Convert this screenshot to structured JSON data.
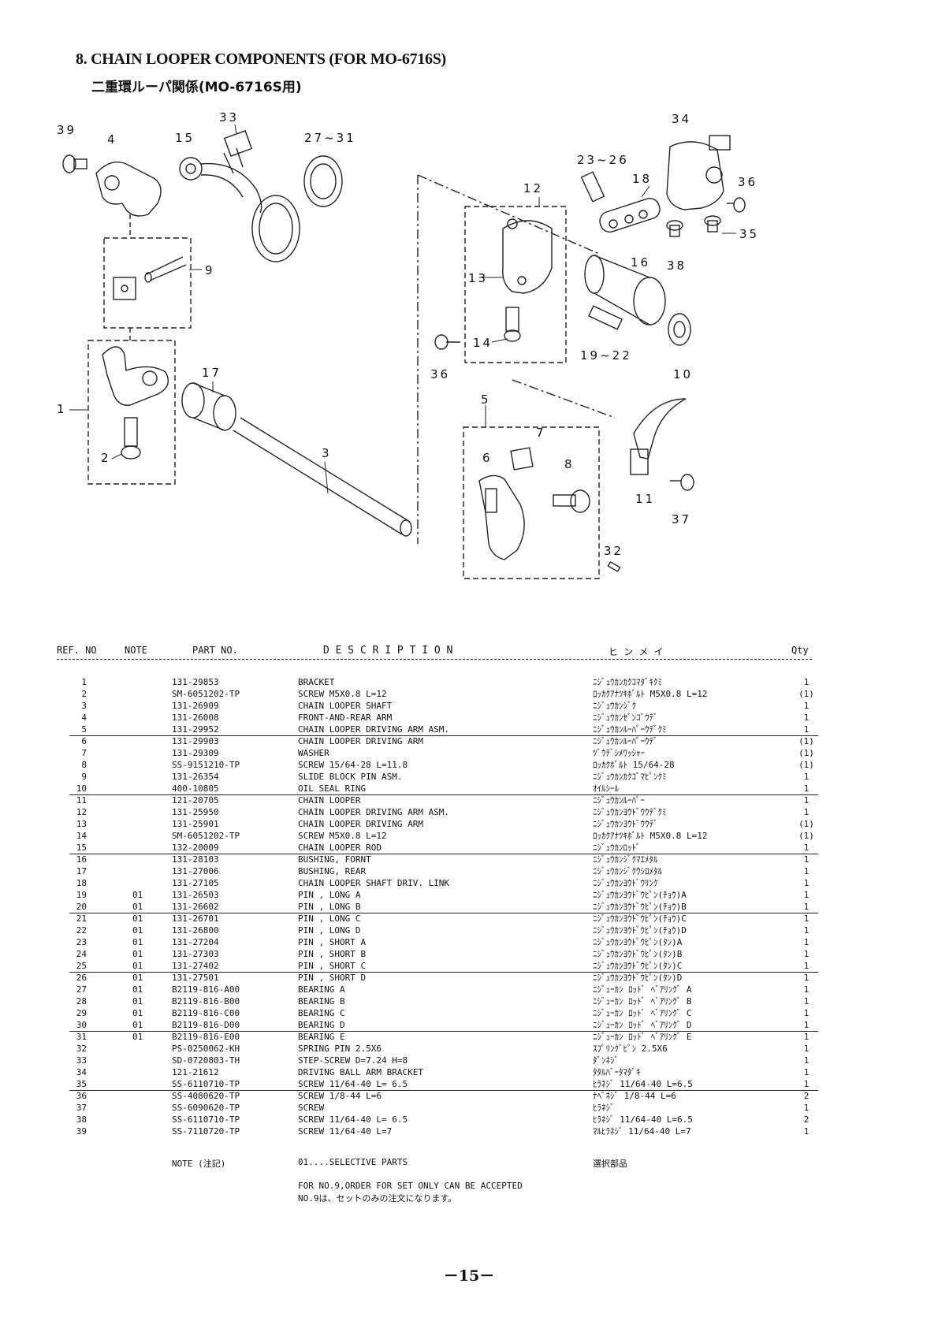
{
  "header": {
    "title": "8. CHAIN LOOPER COMPONENTS (FOR MO-6716S)",
    "subtitle": "二重環ルーパ関係(MO-6716S用)"
  },
  "diagram": {
    "callouts": [
      "39",
      "4",
      "15",
      "33",
      "27~31",
      "9",
      "1",
      "2",
      "17",
      "3",
      "34",
      "23~26",
      "18",
      "36",
      "12",
      "35",
      "38",
      "16",
      "13",
      "14",
      "36",
      "19~22",
      "10",
      "5",
      "7",
      "6",
      "8",
      "11",
      "37",
      "32"
    ]
  },
  "table": {
    "headers": {
      "ref": "REF. NO",
      "note": "NOTE",
      "part": "PART NO.",
      "desc": "D E S C R I P T I O N",
      "kana": "ヒ   ン   メ   イ",
      "qty": "Qty"
    },
    "rows": [
      {
        "ref": "1",
        "note": "",
        "part": "131-29853",
        "desc": "BRACKET",
        "kana": "ﾆｼﾞｭｳｶﾝｶｸｺﾏﾀﾞｷｸﾐ",
        "qty": "1",
        "sep": false
      },
      {
        "ref": "2",
        "note": "",
        "part": "SM-6051202-TP",
        "desc": "SCREW M5X0.8 L=12",
        "kana": "ﾛｯｶｸｱﾅﾂｷﾎﾞﾙﾄ M5X0.8 L=12",
        "qty": "(1)",
        "sep": false
      },
      {
        "ref": "3",
        "note": "",
        "part": "131-26909",
        "desc": "CHAIN LOOPER SHAFT",
        "kana": "ﾆｼﾞｭｳｶﾝｼﾞｸ",
        "qty": "1",
        "sep": false
      },
      {
        "ref": "4",
        "note": "",
        "part": "131-26008",
        "desc": "FRONT-AND-REAR ARM",
        "kana": "ﾆｼﾞｭｳｶﾝｾﾞﾝｺﾞｳﾃﾞ",
        "qty": "1",
        "sep": false
      },
      {
        "ref": "5",
        "note": "",
        "part": "131-29952",
        "desc": "CHAIN LOOPER DRIVING ARM ASM.",
        "kana": "ﾆｼﾞｭｳｶﾝﾙｰﾊﾟｰｳﾃﾞｸﾐ",
        "qty": "1",
        "sep": false
      },
      {
        "ref": "6",
        "note": "",
        "part": "131-29903",
        "desc": "CHAIN LOOPER DRIVING ARM",
        "kana": "ﾆｼﾞｭｳｶﾝﾙｰﾊﾟｰｳﾃﾞ",
        "qty": "(1)",
        "sep": true
      },
      {
        "ref": "7",
        "note": "",
        "part": "131-29309",
        "desc": "WASHER",
        "kana": "ﾂﾞｳﾃﾞｼﾒﾜｯｼｬｰ",
        "qty": "(1)",
        "sep": false
      },
      {
        "ref": "8",
        "note": "",
        "part": "SS-9151210-TP",
        "desc": "SCREW 15/64-28 L=11.8",
        "kana": "ﾛｯｶｸﾎﾞﾙﾄ 15/64-28",
        "qty": "(1)",
        "sep": false
      },
      {
        "ref": "9",
        "note": "",
        "part": "131-26354",
        "desc": "SLIDE BLOCK PIN ASM.",
        "kana": "ﾆｼﾞｭｳｶﾝｶｸｺﾞﾏﾋﾟﾝｸﾐ",
        "qty": "1",
        "sep": false
      },
      {
        "ref": "10",
        "note": "",
        "part": "400-10805",
        "desc": "OIL SEAL RING",
        "kana": "ｵｲﾙｼｰﾙ",
        "qty": "1",
        "sep": false
      },
      {
        "ref": "11",
        "note": "",
        "part": "121-20705",
        "desc": "CHAIN LOOPER",
        "kana": "ﾆｼﾞｭｳｶﾝﾙｰﾊﾟｰ",
        "qty": "1",
        "sep": true
      },
      {
        "ref": "12",
        "note": "",
        "part": "131-25950",
        "desc": "CHAIN LOOPER DRIVING ARM ASM.",
        "kana": "ﾆｼﾞｭｳｶﾝﾖｳﾄﾞｳｳﾃﾞｸﾐ",
        "qty": "1",
        "sep": false
      },
      {
        "ref": "13",
        "note": "",
        "part": "131-25901",
        "desc": "CHAIN LOOPER DRIVING ARM",
        "kana": "ﾆｼﾞｭｳｶﾝﾖｳﾄﾞｳｳﾃﾞ",
        "qty": "(1)",
        "sep": false
      },
      {
        "ref": "14",
        "note": "",
        "part": "SM-6051202-TP",
        "desc": "SCREW M5X0.8 L=12",
        "kana": "ﾛｯｶｸｱﾅﾂｷﾎﾞﾙﾄ M5X0.8 L=12",
        "qty": "(1)",
        "sep": false
      },
      {
        "ref": "15",
        "note": "",
        "part": "132-20009",
        "desc": "CHAIN LOOPER ROD",
        "kana": "ﾆｼﾞｭｳｶﾝﾛｯﾄﾞ",
        "qty": "1",
        "sep": false
      },
      {
        "ref": "16",
        "note": "",
        "part": "131-28103",
        "desc": "BUSHING, FORNT",
        "kana": "ﾆｼﾞｭｳｶﾝｼﾞｸﾏｴﾒﾀﾙ",
        "qty": "1",
        "sep": true
      },
      {
        "ref": "17",
        "note": "",
        "part": "131-27006",
        "desc": "BUSHING, REAR",
        "kana": "ﾆｼﾞｭｳｶﾝｼﾞｸｳｼﾛﾒﾀﾙ",
        "qty": "1",
        "sep": false
      },
      {
        "ref": "18",
        "note": "",
        "part": "131-27105",
        "desc": "CHAIN LOOPER SHAFT DRIV. LINK",
        "kana": "ﾆｼﾞｭｳｶﾝﾖｳﾄﾞｳﾘﾝｸ",
        "qty": "1",
        "sep": false
      },
      {
        "ref": "19",
        "note": "01",
        "part": "131-26503",
        "desc": "PIN , LONG A",
        "kana": "ﾆｼﾞｭｳｶﾝﾖｳﾄﾞｳﾋﾟﾝ(ﾁｮｳ)A",
        "qty": "1",
        "sep": false
      },
      {
        "ref": "20",
        "note": "01",
        "part": "131-26602",
        "desc": "PIN , LONG B",
        "kana": "ﾆｼﾞｭｳｶﾝﾖｳﾄﾞｳﾋﾟﾝ(ﾁｮｳ)B",
        "qty": "1",
        "sep": false
      },
      {
        "ref": "21",
        "note": "01",
        "part": "131-26701",
        "desc": "PIN , LONG C",
        "kana": "ﾆｼﾞｭｳｶﾝﾖｳﾄﾞｳﾋﾟﾝ(ﾁｮｳ)C",
        "qty": "1",
        "sep": true
      },
      {
        "ref": "22",
        "note": "01",
        "part": "131-26800",
        "desc": "PIN , LONG D",
        "kana": "ﾆｼﾞｭｳｶﾝﾖｳﾄﾞｳﾋﾟﾝ(ﾁｮｳ)D",
        "qty": "1",
        "sep": false
      },
      {
        "ref": "23",
        "note": "01",
        "part": "131-27204",
        "desc": "PIN , SHORT A",
        "kana": "ﾆｼﾞｭｳｶﾝﾖｳﾄﾞｳﾋﾟﾝ(ﾀﾝ)A",
        "qty": "1",
        "sep": false
      },
      {
        "ref": "24",
        "note": "01",
        "part": "131-27303",
        "desc": "PIN , SHORT B",
        "kana": "ﾆｼﾞｭｳｶﾝﾖｳﾄﾞｳﾋﾟﾝ(ﾀﾝ)B",
        "qty": "1",
        "sep": false
      },
      {
        "ref": "25",
        "note": "01",
        "part": "131-27402",
        "desc": "PIN , SHORT C",
        "kana": "ﾆｼﾞｭｳｶﾝﾖｳﾄﾞｳﾋﾟﾝ(ﾀﾝ)C",
        "qty": "1",
        "sep": false
      },
      {
        "ref": "26",
        "note": "01",
        "part": "131-27501",
        "desc": "PIN , SHORT D",
        "kana": "ﾆｼﾞｭｳｶﾝﾖｳﾄﾞｳﾋﾟﾝ(ﾀﾝ)D",
        "qty": "1",
        "sep": true
      },
      {
        "ref": "27",
        "note": "01",
        "part": "B2119-816-A00",
        "desc": "BEARING A",
        "kana": "ﾆｼﾞｭｰｶﾝ ﾛｯﾄﾞ ﾍﾞｱﾘﾝｸﾞ A",
        "qty": "1",
        "sep": false
      },
      {
        "ref": "28",
        "note": "01",
        "part": "B2119-816-B00",
        "desc": "BEARING B",
        "kana": "ﾆｼﾞｭｰｶﾝ ﾛｯﾄﾞ ﾍﾞｱﾘﾝｸﾞ B",
        "qty": "1",
        "sep": false
      },
      {
        "ref": "29",
        "note": "01",
        "part": "B2119-816-C00",
        "desc": "BEARING C",
        "kana": "ﾆｼﾞｭｰｶﾝ ﾛｯﾄﾞ ﾍﾞｱﾘﾝｸﾞ C",
        "qty": "1",
        "sep": false
      },
      {
        "ref": "30",
        "note": "01",
        "part": "B2119-816-D00",
        "desc": "BEARING D",
        "kana": "ﾆｼﾞｭｰｶﾝ ﾛｯﾄﾞ ﾍﾞｱﾘﾝｸﾞ D",
        "qty": "1",
        "sep": false
      },
      {
        "ref": "31",
        "note": "01",
        "part": "B2119-816-E00",
        "desc": "BEARING E",
        "kana": "ﾆｼﾞｭｰｶﾝ ﾛｯﾄﾞ ﾍﾞｱﾘﾝｸﾞ E",
        "qty": "1",
        "sep": true
      },
      {
        "ref": "32",
        "note": "",
        "part": "PS-0250062-KH",
        "desc": "SPRING PIN 2.5X6",
        "kana": "ｽﾌﾟﾘﾝｸﾞﾋﾟﾝ 2.5X6",
        "qty": "1",
        "sep": false
      },
      {
        "ref": "33",
        "note": "",
        "part": "SD-0720803-TH",
        "desc": "STEP-SCREW D=7.24 H=8",
        "kana": "ﾀﾞﾝﾈｼﾞ",
        "qty": "1",
        "sep": false
      },
      {
        "ref": "34",
        "note": "",
        "part": "121-21612",
        "desc": "DRIVING BALL ARM BRACKET",
        "kana": "ﾀﾀﾙﾊﾞｰﾀﾏﾀﾞｷ",
        "qty": "1",
        "sep": false
      },
      {
        "ref": "35",
        "note": "",
        "part": "SS-6110710-TP",
        "desc": "SCREW 11/64-40 L= 6.5",
        "kana": "ﾋﾗﾈｼﾞ 11/64-40 L=6.5",
        "qty": "1",
        "sep": false
      },
      {
        "ref": "36",
        "note": "",
        "part": "SS-4080620-TP",
        "desc": "SCREW 1/8-44 L=6",
        "kana": "ﾅﾍﾞﾈｼﾞ 1/8-44 L=6",
        "qty": "2",
        "sep": true
      },
      {
        "ref": "37",
        "note": "",
        "part": "SS-6090620-TP",
        "desc": "SCREW",
        "kana": "ﾋﾗﾈｼﾞ",
        "qty": "1",
        "sep": false
      },
      {
        "ref": "38",
        "note": "",
        "part": "SS-6110710-TP",
        "desc": "SCREW 11/64-40 L= 6.5",
        "kana": "ﾋﾗﾈｼﾞ 11/64-40 L=6.5",
        "qty": "2",
        "sep": false
      },
      {
        "ref": "39",
        "note": "",
        "part": "SS-7110720-TP",
        "desc": "SCREW 11/64-40 L=7",
        "kana": "ﾏﾙﾋﾗﾈｼﾞ 11/64-40 L=7",
        "qty": "1",
        "sep": false
      }
    ]
  },
  "notes": {
    "label": "NOTE (注記)",
    "selective": "01....SELECTIVE PARTS",
    "selective_jp": "選択部品",
    "order_en": "FOR NO.9,ORDER FOR SET ONLY CAN BE ACCEPTED",
    "order_jp": "NO.9は、セットのみの注文になります。"
  },
  "footer": {
    "page_number": "－15－"
  }
}
